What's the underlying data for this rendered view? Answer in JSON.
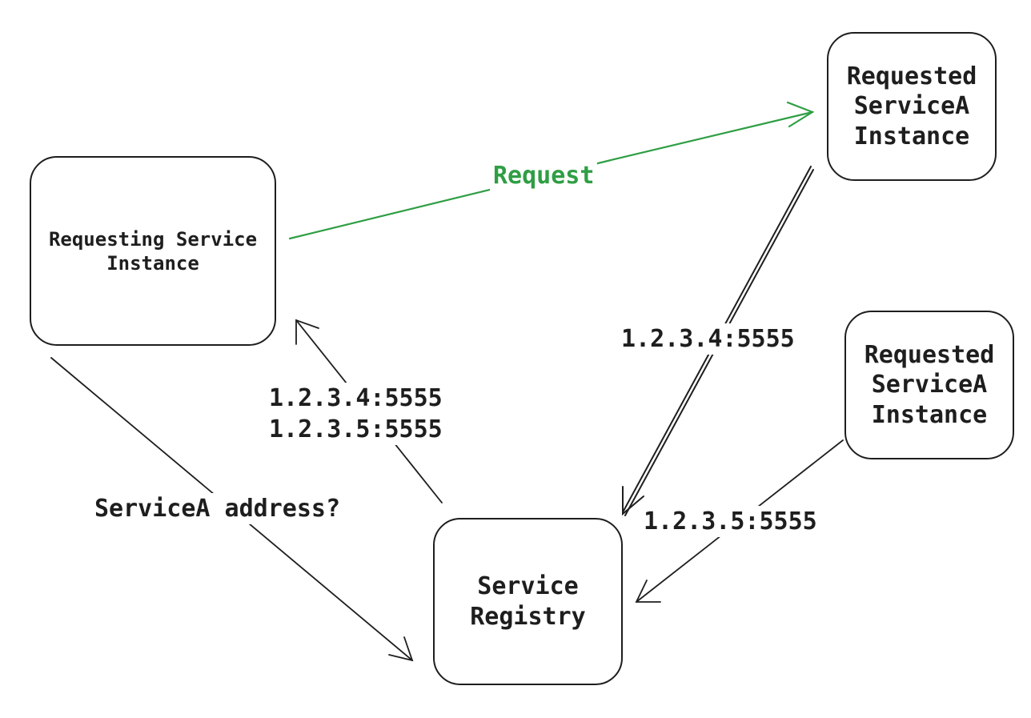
{
  "nodes": {
    "requesting": "Requesting Service\nInstance",
    "requested_a": "Requested\nServiceA\nInstance",
    "requested_b": "Requested\nServiceA\nInstance",
    "registry": "Service\nRegistry"
  },
  "labels": {
    "request": "Request",
    "query": "ServiceA address?",
    "response_list": "1.2.3.4:5555\n1.2.3.5:5555",
    "register_a": "1.2.3.4:5555",
    "register_b": "1.2.3.5:5555"
  },
  "colors": {
    "stroke": "#1e1e1e",
    "request": "#2f9e44"
  }
}
